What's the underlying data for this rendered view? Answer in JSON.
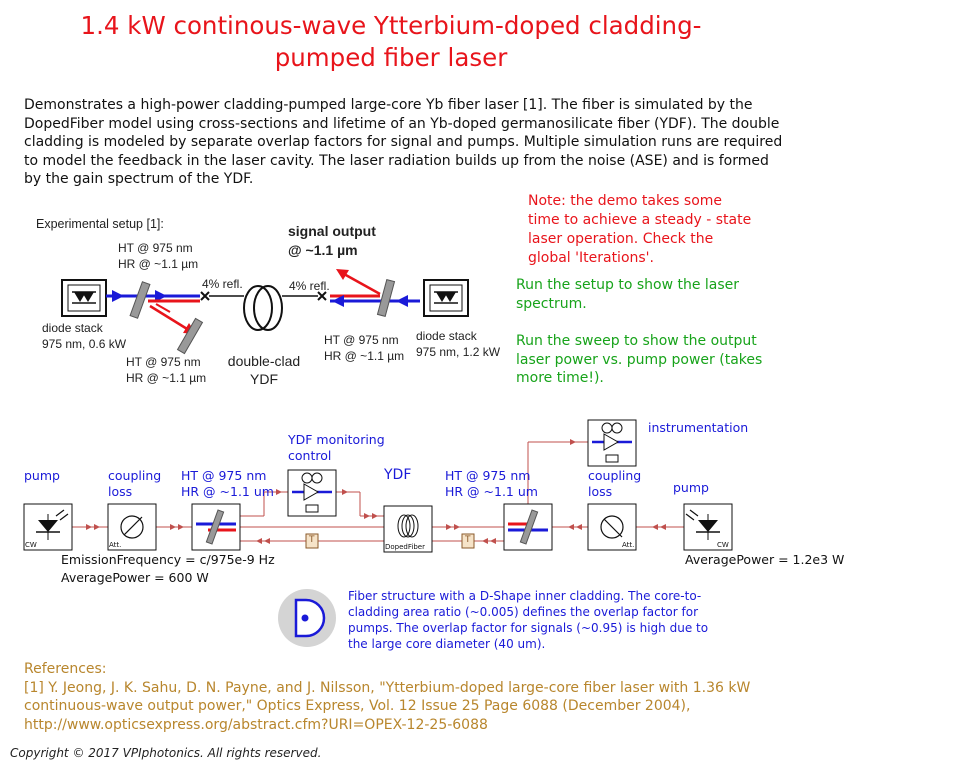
{
  "title_line1": "1.4 kW continous-wave Ytterbium-doped cladding-",
  "title_line2": "pumped fiber laser",
  "description": "Demonstrates a high-power cladding-pumped large-core Yb fiber laser [1]. The fiber is simulated by the DopedFiber model using cross-sections and lifetime of an Yb-doped germanosilicate fiber (YDF). The double cladding is modeled by separate overlap factors for signal and pumps.  Multiple simulation runs are required to model the feedback in the laser cavity. The laser radiation builds up from the noise (ASE) and is formed by the gain spectrum of the YDF.",
  "note_red": "Note: the demo takes some time to achieve a steady - state laser operation. Check the global 'Iterations'.",
  "note_green_1": "Run the setup to show the laser spectrum.",
  "note_green_2": "Run the sweep to show the output laser power vs. pump power (takes more time!).",
  "setup": {
    "heading": "Experimental setup [1]:",
    "signal_output_1": "signal output",
    "signal_output_2": "@ ~1.1 µm",
    "left_mirror_ht": "HT @ 975 nm",
    "left_mirror_hr": "HR @ ~1.1 µm",
    "left_refl": "4% refl.",
    "right_refl": "4% refl.",
    "left_diode_1": "diode stack",
    "left_diode_2": "975 nm, 0.6 kW",
    "bottom_mirror_ht": "HT @ 975 nm",
    "bottom_mirror_hr": "HR @ ~1.1 µm",
    "fiber_1": "double-clad",
    "fiber_2": "YDF",
    "right_mirror_ht": "HT @ 975 nm",
    "right_mirror_hr": "HR @ ~1.1 µm",
    "right_diode_1": "diode stack",
    "right_diode_2": "975 nm, 1.2 kW"
  },
  "schematic": {
    "pump_left": "pump",
    "coupling_left_1": "coupling",
    "coupling_left_2": "loss",
    "mirror_left_1": "HT @ 975 nm",
    "mirror_left_2": "HR @ ~1.1 um",
    "monitor_1": "YDF monitoring",
    "monitor_2": "control",
    "ydf": "YDF",
    "mirror_right_1": "HT @ 975 nm",
    "mirror_right_2": "HR @ ~1.1 um",
    "coupling_right_1": "coupling",
    "coupling_right_2": "loss",
    "pump_right": "pump",
    "instrumentation": "instrumentation",
    "cw_left": "CW",
    "att_left": "Att.",
    "doped_fiber": "DopedFiber",
    "att_right": "Att.",
    "cw_right": "CW",
    "t1": "T",
    "t2": "T",
    "emission_frequency": "EmissionFrequency = c/975e-9 Hz",
    "avg_power_left": "AveragePower = 600 W",
    "avg_power_right": "AveragePower = 1.2e3 W"
  },
  "fiber_note": "Fiber structure with a D-Shape inner cladding. The core-to-cladding area ratio (~0.005) defines the overlap factor for pumps. The overlap factor for signals (~0.95) is high due to the large core diameter (40 um).",
  "references_heading": "References:",
  "references_body": "[1] Y. Jeong, J. K. Sahu, D. N. Payne, and J. Nilsson, \"Ytterbium-doped large-core fiber laser with 1.36 kW continuous-wave output power,\" Optics Express, Vol. 12 Issue 25 Page 6088 (December 2004), http://www.opticsexpress.org/abstract.cfm?URI=OPEX-12-25-6088",
  "copyright": "Copyright © 2017 VPIphotonics. All rights reserved.",
  "colors": {
    "title": "#e8141b",
    "green": "#17a31a",
    "blue": "#1a1ad8",
    "refs": "#b8862d"
  }
}
